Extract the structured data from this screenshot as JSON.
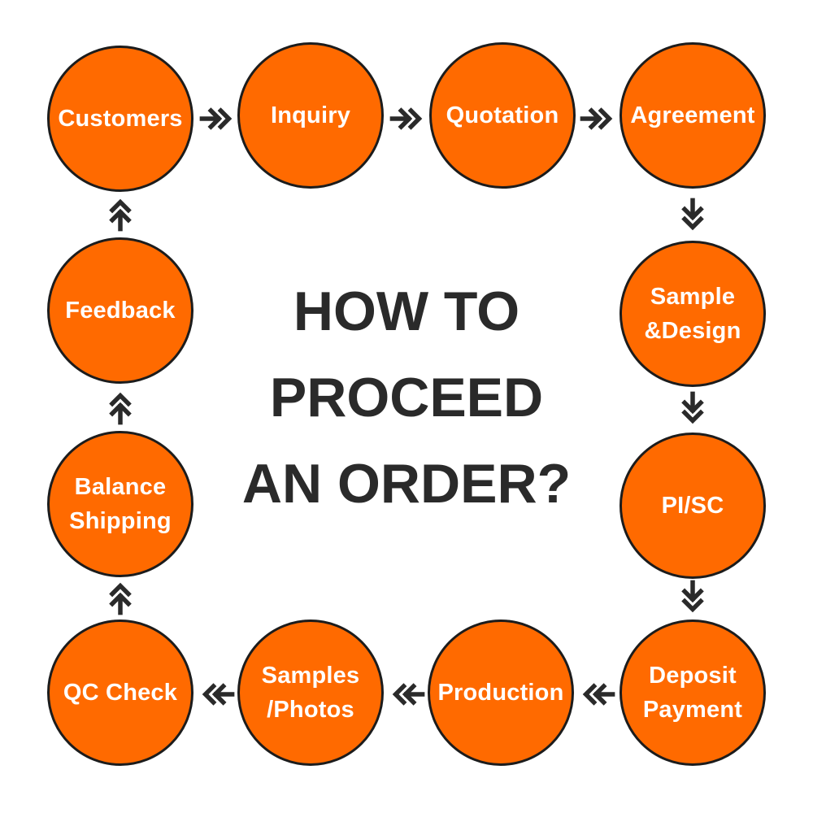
{
  "title": {
    "lines": [
      "HOW TO",
      "PROCEED",
      "AN ORDER?"
    ]
  },
  "colors": {
    "circle_fill": "#ff6a00",
    "circle_outline": "#1c1c1c",
    "label_text": "#ffffff",
    "title_text": "#2a2a2a",
    "arrow": "#2a2a2a"
  },
  "steps": [
    {
      "id": "customers",
      "label": "Customers"
    },
    {
      "id": "inquiry",
      "label": "Inquiry"
    },
    {
      "id": "quotation",
      "label": "Quotation"
    },
    {
      "id": "agreement",
      "label": "Agreement"
    },
    {
      "id": "sample-design",
      "label": "Sample\n&Design"
    },
    {
      "id": "pi-sc",
      "label": "PI/SC"
    },
    {
      "id": "deposit-payment",
      "label": "Deposit\nPayment"
    },
    {
      "id": "production",
      "label": "Production"
    },
    {
      "id": "samples-photos",
      "label": "Samples\n/Photos"
    },
    {
      "id": "qc-check",
      "label": "QC Check"
    },
    {
      "id": "balance-shipping",
      "label": "Balance\nShipping"
    },
    {
      "id": "feedback",
      "label": "Feedback"
    }
  ],
  "connectors": [
    {
      "from": "customers",
      "to": "inquiry",
      "direction": "right",
      "icon": "double-chevron-right-icon"
    },
    {
      "from": "inquiry",
      "to": "quotation",
      "direction": "right",
      "icon": "double-chevron-right-icon"
    },
    {
      "from": "quotation",
      "to": "agreement",
      "direction": "right",
      "icon": "double-chevron-right-icon"
    },
    {
      "from": "agreement",
      "to": "sample-design",
      "direction": "down",
      "icon": "double-chevron-down-icon"
    },
    {
      "from": "sample-design",
      "to": "pi-sc",
      "direction": "down",
      "icon": "double-chevron-down-icon"
    },
    {
      "from": "pi-sc",
      "to": "deposit-payment",
      "direction": "down",
      "icon": "double-chevron-down-icon"
    },
    {
      "from": "deposit-payment",
      "to": "production",
      "direction": "left",
      "icon": "double-chevron-left-icon"
    },
    {
      "from": "production",
      "to": "samples-photos",
      "direction": "left",
      "icon": "double-chevron-left-icon"
    },
    {
      "from": "samples-photos",
      "to": "qc-check",
      "direction": "left",
      "icon": "double-chevron-left-icon"
    },
    {
      "from": "qc-check",
      "to": "balance-shipping",
      "direction": "up",
      "icon": "double-chevron-up-icon"
    },
    {
      "from": "balance-shipping",
      "to": "feedback",
      "direction": "up",
      "icon": "double-chevron-up-icon"
    },
    {
      "from": "feedback",
      "to": "customers",
      "direction": "up",
      "icon": "double-chevron-up-icon"
    }
  ]
}
